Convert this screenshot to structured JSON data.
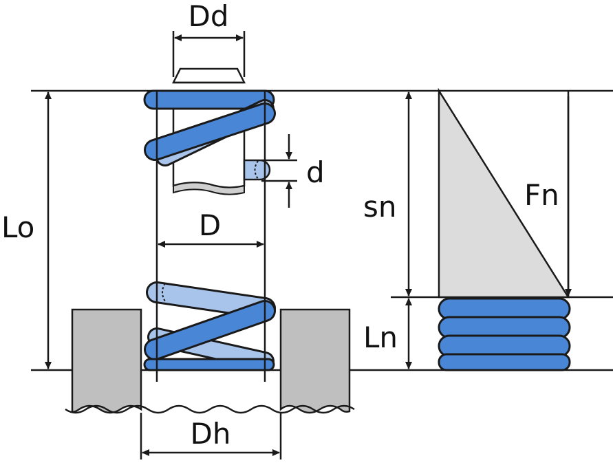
{
  "labels": {
    "dd": "Dd",
    "d": "d",
    "lo": "Lo",
    "d_mean": "D",
    "sn": "sn",
    "fn": "Fn",
    "ln": "Ln",
    "dh": "Dh"
  },
  "colors": {
    "coil": "#4a86d6",
    "coil_back": "#a9c4ea",
    "block": "#bfbfbf",
    "shaft": "#ffffff",
    "triangle": "#dcdcdc",
    "ink": "#1a1a1a"
  }
}
